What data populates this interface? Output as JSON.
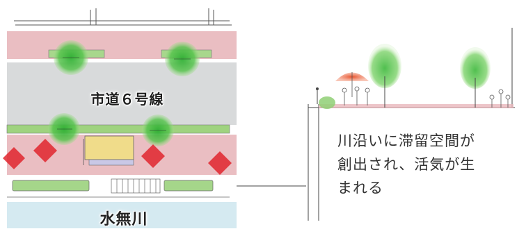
{
  "plan": {
    "road_label": "市道６号線",
    "river_label": "水無川"
  },
  "section": {
    "caption_lines": [
      "川沿いに滞留空間が",
      "創出され、活気が生",
      "まれる"
    ]
  },
  "colors": {
    "sidewalk": "#e8b7bb",
    "roadway": "#d8dadb",
    "planting": "#9fd37f",
    "tree": "#58c44e",
    "river": "#d5eaf1",
    "bench": "#f0dc8a",
    "parasol": "#e86f4a",
    "marker": "#e0262e"
  },
  "icons": [
    "tree-icon",
    "diamond-marker-icon",
    "parasol-icon",
    "person-icon"
  ]
}
